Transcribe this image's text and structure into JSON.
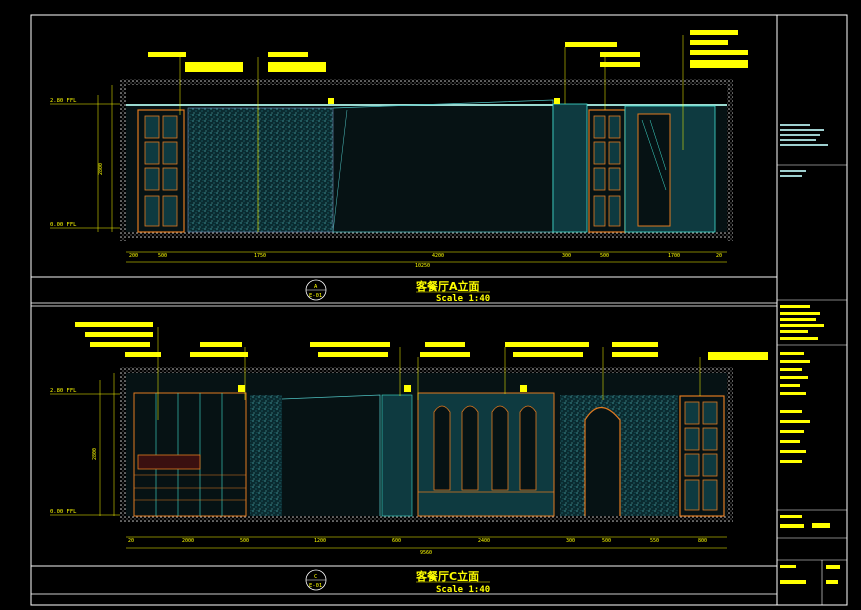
{
  "drawing": {
    "elevation_a": {
      "title": "客餐厅A立面",
      "scale": "Scale 1:40",
      "marker_top": "A",
      "marker_bottom": "E-01",
      "level_top": "2.80 FFL",
      "level_bottom": "0.00 FFL",
      "height_dim": "2800",
      "dims": [
        "200",
        "500",
        "1750",
        "4200",
        "300",
        "500",
        "1700",
        "20"
      ],
      "total": "10250"
    },
    "elevation_c": {
      "title": "客餐厅C立面",
      "scale": "Scale 1:40",
      "marker_top": "C",
      "marker_bottom": "E-01",
      "level_top": "2.80 FFL",
      "level_bottom": "0.00 FFL",
      "height_dim": "2800",
      "dims": [
        "20",
        "2000",
        "500",
        "1200",
        "600",
        "2400",
        "300",
        "500",
        "550",
        "800"
      ],
      "total": "9560"
    },
    "colors": {
      "frame": "#ffffff",
      "annotation": "#ffff00",
      "wall": "#0e3a40",
      "wood": "#e07a20",
      "glass": "#40e0d0",
      "hatch": "#4fc3c3"
    }
  }
}
